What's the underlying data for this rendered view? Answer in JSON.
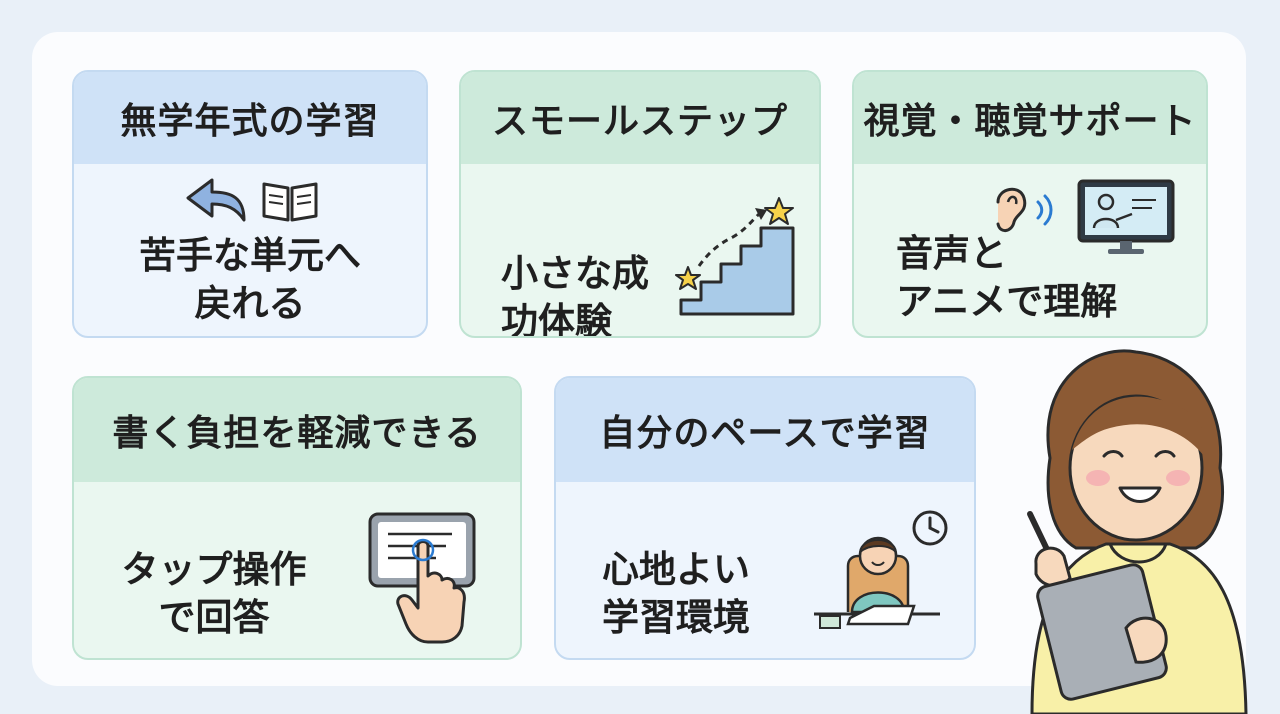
{
  "cards": [
    {
      "title": "無学年式の学習",
      "lines": [
        "苦手な単元へ",
        "戻れる"
      ]
    },
    {
      "title": "スモールステップ",
      "lines": [
        "小さな成",
        "功体験"
      ]
    },
    {
      "title": "視覚・聴覚サポート",
      "lines": [
        "音声と",
        "アニメで理解"
      ]
    },
    {
      "title": "書く負担を軽減できる",
      "lines": [
        "タップ操作",
        "で回答"
      ]
    },
    {
      "title": "自分のペースで学習",
      "lines": [
        "心地よい",
        "学習環境"
      ]
    }
  ],
  "colors": {
    "blue_header": "#cfe2f7",
    "green_header": "#cdeadb",
    "background": "#e9f0f8"
  },
  "icons": [
    "back-arrow-icon",
    "open-book-icon",
    "stairs-icon",
    "star-icon",
    "ear-icon",
    "sound-waves-icon",
    "monitor-teacher-icon",
    "tablet-tap-icon",
    "studying-child-icon",
    "clock-icon",
    "teacher-character"
  ]
}
